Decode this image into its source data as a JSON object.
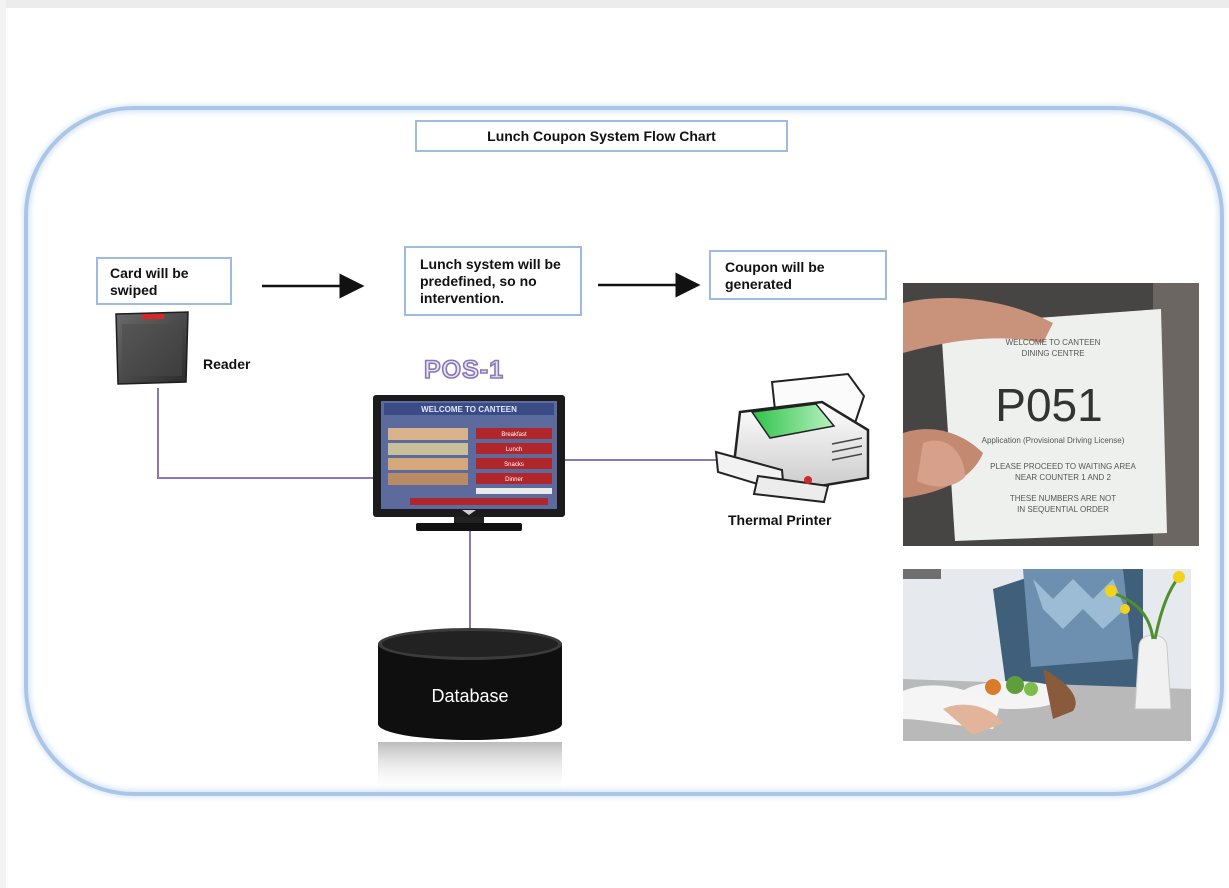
{
  "diagram": {
    "title": "Lunch Coupon System Flow Chart",
    "steps": [
      {
        "text": "Card will be swiped"
      },
      {
        "text": "Lunch system will be predefined, so no intervention."
      },
      {
        "text": "Coupon will be generated"
      }
    ],
    "labels": {
      "reader": "Reader",
      "pos": "POS-1",
      "printer": "Thermal Printer",
      "database": "Database"
    },
    "pos_screen": {
      "header": "WELCOME TO CANTEEN",
      "menu": [
        "Breakfast",
        "Lunch",
        "Snacks",
        "Dinner"
      ]
    },
    "coupon": {
      "header_line1": "WELCOME TO CANTEEN",
      "header_line2": "DINING CENTRE",
      "number": "P051",
      "subtitle": "Application (Provisional Driving License)",
      "line3": "PLEASE PROCEED TO WAITING AREA",
      "line4": "NEAR COUNTER 1 AND 2",
      "line5": "THESE NUMBERS ARE NOT",
      "line6": "IN SEQUENTIAL ORDER"
    },
    "colors": {
      "frame": "#a9c5e8",
      "box_border": "#9dbbe3",
      "connector": "#8a77b8",
      "pos_menu": "#b0262a"
    }
  }
}
